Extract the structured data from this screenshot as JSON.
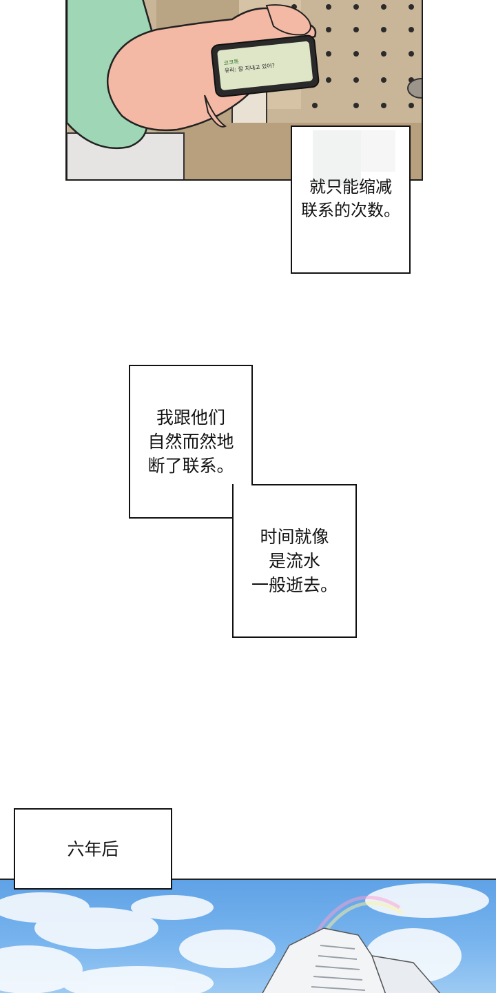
{
  "captions": {
    "reduce_contact": "就只能缩减\n联系的次数。",
    "lost_contact": "我跟他们\n自然而然地\n断了联系。",
    "time_flows": "时间就像\n是流水\n一般逝去。",
    "six_years_later": "六年后"
  },
  "phone": {
    "notification_title": "코코톡",
    "notification_text": "유리: 잘 지내고 있어?"
  },
  "colors": {
    "sleeve": "#9ed6b6",
    "skin": "#f4b9a4",
    "wall": "#c8b294",
    "sky": "#6aa9ea"
  }
}
